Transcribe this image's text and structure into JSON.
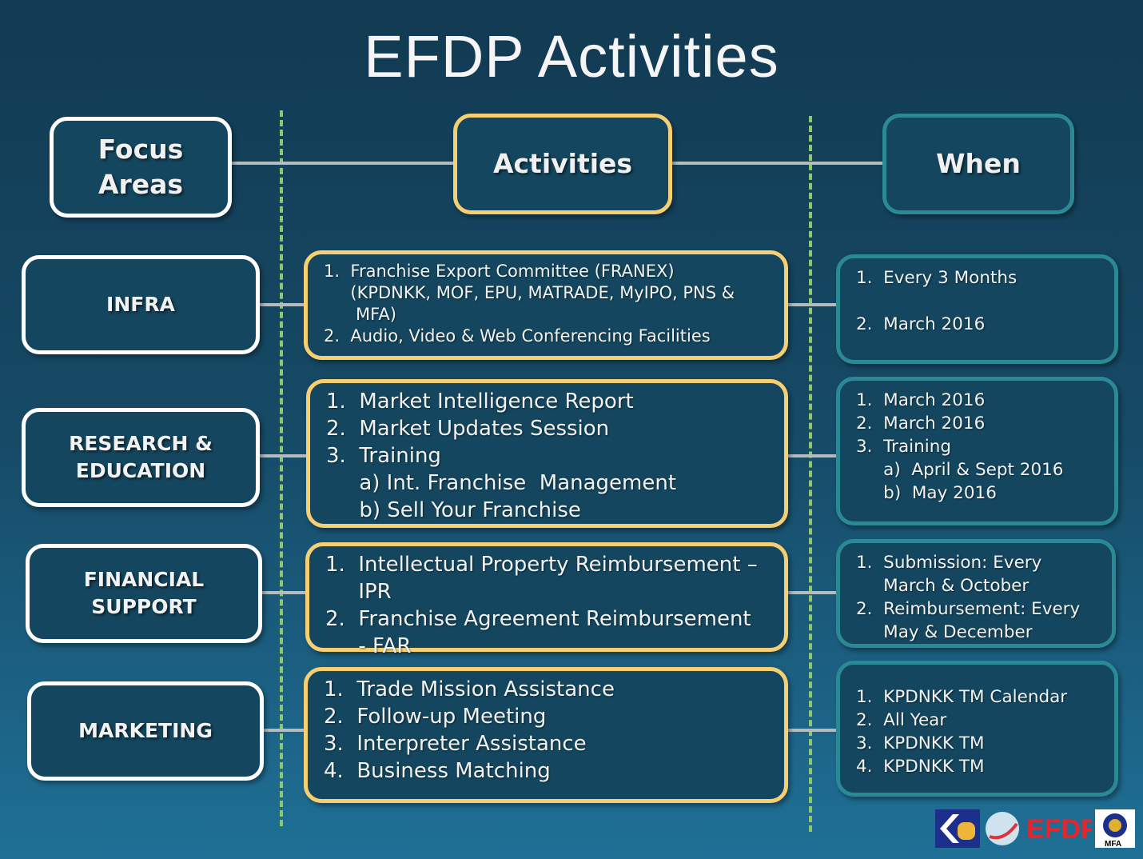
{
  "title": "EFDP Activities",
  "headers": {
    "focus": [
      "Focus",
      "Areas"
    ],
    "activities": "Activities",
    "when": "When"
  },
  "rows": [
    {
      "focus": [
        "INFRA"
      ],
      "activities": [
        "1.  Franchise Export Committee (FRANEX)",
        "     (KPDNKK, MOF, EPU, MATRADE, MyIPO, PNS &",
        "      MFA)",
        "2.  Audio, Video & Web Conferencing Facilities"
      ],
      "when": [
        "1.  Every 3 Months",
        "",
        "",
        "2.  March 2016"
      ]
    },
    {
      "focus": [
        "RESEARCH &",
        "EDUCATION"
      ],
      "activities": [
        "1.  Market Intelligence Report",
        "2.  Market Updates Session",
        "3.  Training",
        "     a) Int. Franchise  Management",
        "     b) Sell Your Franchise"
      ],
      "when": [
        "1.  March 2016",
        "2.  March 2016",
        "3.  Training",
        "     a)  April & Sept 2016",
        "     b)  May 2016"
      ]
    },
    {
      "focus": [
        "FINANCIAL",
        "SUPPORT"
      ],
      "activities": [
        "1.  Intellectual Property Reimbursement –",
        "     IPR",
        "2.  Franchise Agreement Reimbursement",
        "     - FAR"
      ],
      "when": [
        "1.  Submission: Every",
        "     March & October",
        "2.  Reimbursement: Every",
        "     May & December"
      ]
    },
    {
      "focus": [
        "MARKETING"
      ],
      "activities": [
        "1.  Trade Mission Assistance",
        "2.  Follow-up Meeting",
        "3.  Interpreter Assistance",
        "4.  Business Matching"
      ],
      "when": [
        "1.  KPDNKK TM Calendar",
        "2.  All Year",
        "3.  KPDNKK TM",
        "4.  KPDNKK TM"
      ]
    }
  ],
  "logos": {
    "efdp": "EFDP",
    "mfa": "MFA"
  },
  "colors": {
    "yellow": "#f6cf73",
    "teal": "#2b8995",
    "green": "#8fc76a",
    "connector": "#b5bcc0"
  }
}
